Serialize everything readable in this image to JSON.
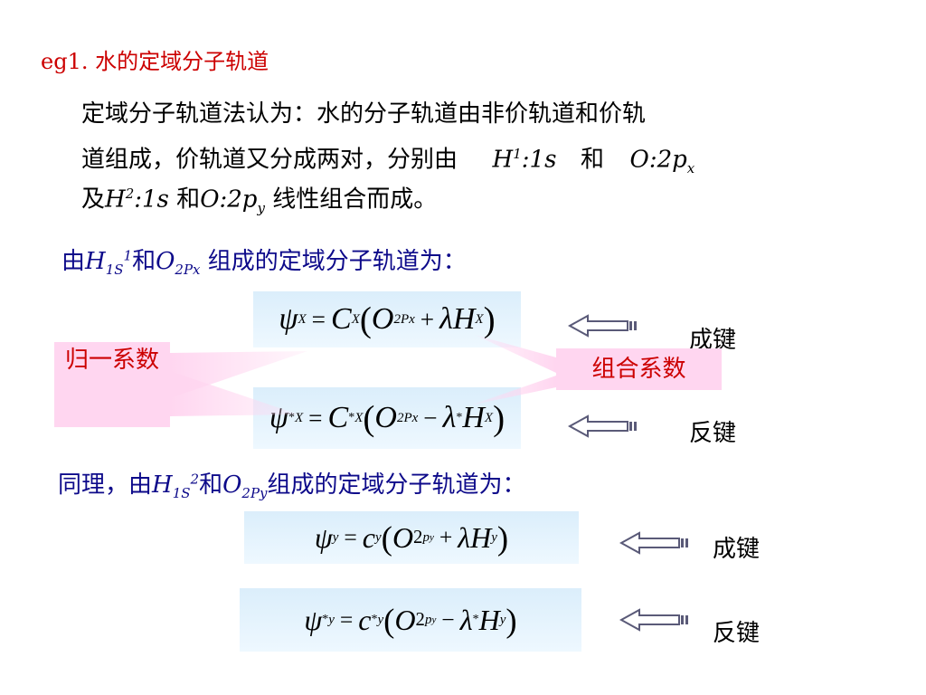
{
  "title": "eg1. 水的定域分子轨道",
  "intro": {
    "row1": "定域分子轨道法认为：水的分子轨道由非价轨道和价轨",
    "row2_a": "道组成，价轨道又分成两对，分别由",
    "row2_h": "H",
    "row2_h_sup": "1",
    "row2_h_orb": ":1s",
    "row2_and": "和",
    "row2_o": "O:2p",
    "row2_o_sub": "x",
    "row3_a": "及",
    "row3_h": "H",
    "row3_h_sup": "2",
    "row3_h_orb": ":1s",
    "row3_and": "和",
    "row3_o": "O:2p",
    "row3_o_sub": "y",
    "row3_end": "线性组合而成。"
  },
  "line2": {
    "pre": "由",
    "h": "H",
    "h_sub": "1S",
    "h_sup": "1",
    "and": "和",
    "o": "O",
    "o_sub": "2Px",
    "post": "组成的定域分子轨道为："
  },
  "line3": {
    "pre": "同理，由",
    "h": "H",
    "h_sub": "1S",
    "h_sup": "2",
    "and": "和",
    "o": "O",
    "o_sub": "2Py",
    "post": "组成的定域分子轨道为："
  },
  "eq1": {
    "psi": "ψ",
    "x": "X",
    "eq": "=",
    "c": "C",
    "o": "O",
    "orb": "2Px",
    "op": "+",
    "lam": "λ",
    "h": "H"
  },
  "eq2": {
    "psi": "ψ",
    "x": "X",
    "star": "*",
    "eq": "=",
    "c": "C",
    "o": "O",
    "orb": "2Px",
    "op": "−",
    "lam": "λ",
    "h": "H"
  },
  "eq3": {
    "psi": "ψ",
    "y": "y",
    "eq": "=",
    "c": "c",
    "o": "O",
    "two": "2",
    "p": "p",
    "op": "+",
    "lam": "λ",
    "h": "H"
  },
  "eq4": {
    "psi": "ψ",
    "y": "y",
    "star": "*",
    "eq": "=",
    "c": "c",
    "o": "O",
    "two": "2",
    "p": "p",
    "op": "−",
    "lam": "λ",
    "h": "H"
  },
  "labels": {
    "bond1": "成键",
    "anti1": "反键",
    "bond2": "成键",
    "anti2": "反键"
  },
  "callouts": {
    "normalization": "归一系数",
    "combination": "组合系数"
  },
  "colors": {
    "title": "#cc0000",
    "blue_text": "#0d0a8a",
    "callout_bg": "#ffd6f0",
    "eq_bg": "#dbeefb"
  }
}
